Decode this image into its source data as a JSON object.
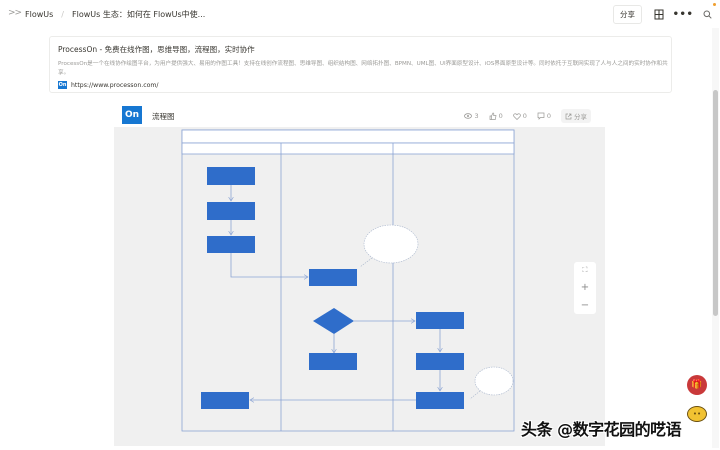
{
  "topbar": {
    "collapse_icon": "double-chevron-right",
    "breadcrumbs": [
      "FlowUs",
      "FlowUs 生态：如何在 FlowUs中使..."
    ],
    "separator": "/",
    "share_label": "分享",
    "bookmark_icon": "page-icon",
    "more_icon": "more-dots",
    "search_icon": "search"
  },
  "bookmark": {
    "title": "ProcessOn - 免费在线作图，思维导图，流程图，实时协作",
    "description": "ProcessOn是一个在线协作绘图平台，为用户提供强大、易用的作图工具！支持在线创作流程图、思维导图、组织结构图、网络拓扑图、BPMN、UML图、UI界面原型设计、iOS界面原型设计等。同时依托于互联网实现了人与人之间的实时协作和共享。",
    "favicon_label": "On",
    "url": "https://www.processon.com/"
  },
  "embed": {
    "logo_label": "On",
    "title": "流程图",
    "stats": {
      "views": "3",
      "likes": "0",
      "favorites": "0",
      "comments": "0"
    },
    "share_label": "分享",
    "zoom_controls": [
      "fit",
      "+",
      "−"
    ]
  },
  "diagram": {
    "shape_color": "#2f6dca",
    "line_color": "#8ba4d4",
    "lanes": 3,
    "shapes": [
      {
        "type": "rect",
        "lane": 1
      },
      {
        "type": "rect",
        "lane": 1
      },
      {
        "type": "rect",
        "lane": 1
      },
      {
        "type": "rect",
        "lane": 2
      },
      {
        "type": "diamond",
        "lane": 2
      },
      {
        "type": "rect",
        "lane": 2
      },
      {
        "type": "rect",
        "lane": 3
      },
      {
        "type": "rect",
        "lane": 3
      },
      {
        "type": "rect",
        "lane": 3
      },
      {
        "type": "rect",
        "lane": 1
      },
      {
        "type": "callout",
        "lane": 3
      },
      {
        "type": "callout",
        "lane": 3
      }
    ]
  },
  "floating": {
    "gift_icon": "gift",
    "mascot_icon": "mascot"
  },
  "watermark": "头条 @数字花园的呓语"
}
